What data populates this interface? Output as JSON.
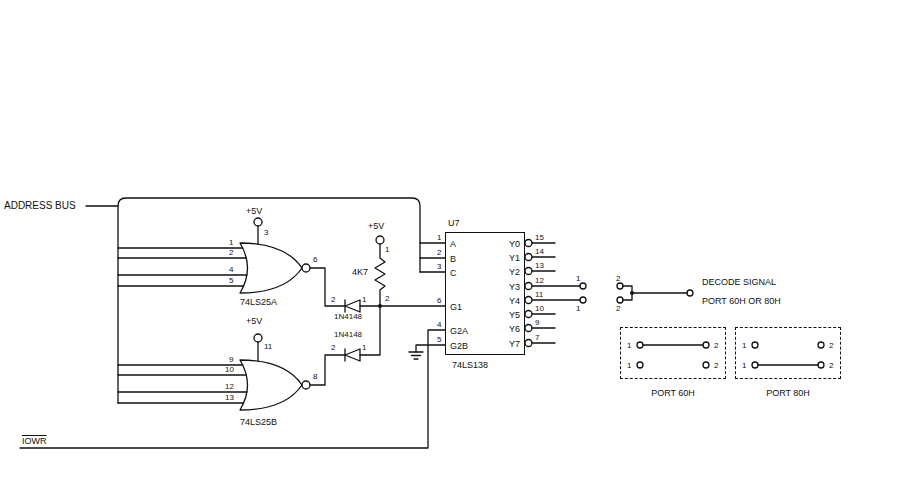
{
  "diagram": {
    "nodes": [
      {
        "text": [
          "A",
          "B",
          "C",
          "G1",
          "G2A",
          "G2B",
          "Y0",
          "Y1",
          "Y2",
          "Y3",
          "Y4",
          "Y5",
          "Y6",
          "Y7"
        ]
      },
      {
        "text": [
          "1",
          "2",
          "1",
          "2",
          "PORT 60H"
        ]
      },
      {
        "text": [
          "1",
          "2",
          "1",
          "2",
          "PORT 80H"
        ]
      }
    ],
    "labels": [
      "ADDRESS BUS",
      "+5V",
      "3",
      "1",
      "2",
      "4",
      "5",
      "6",
      "74LS25A",
      "+5V",
      "1",
      "4K7",
      "2",
      "2",
      "1",
      "1N4148",
      "1N4148",
      "2",
      "1",
      "+5V",
      "11",
      "9",
      "10",
      "12",
      "13",
      "8",
      "74LS25B",
      "IOWR",
      "U7",
      "1",
      "2",
      "3",
      "6",
      "4",
      "5",
      "15",
      "14",
      "13",
      "12",
      "11",
      "10",
      "9",
      "7",
      "74LS138",
      "1",
      "1",
      "2",
      "2",
      "DECODE SIGNAL",
      "PORT 60H OR 80H"
    ]
  }
}
